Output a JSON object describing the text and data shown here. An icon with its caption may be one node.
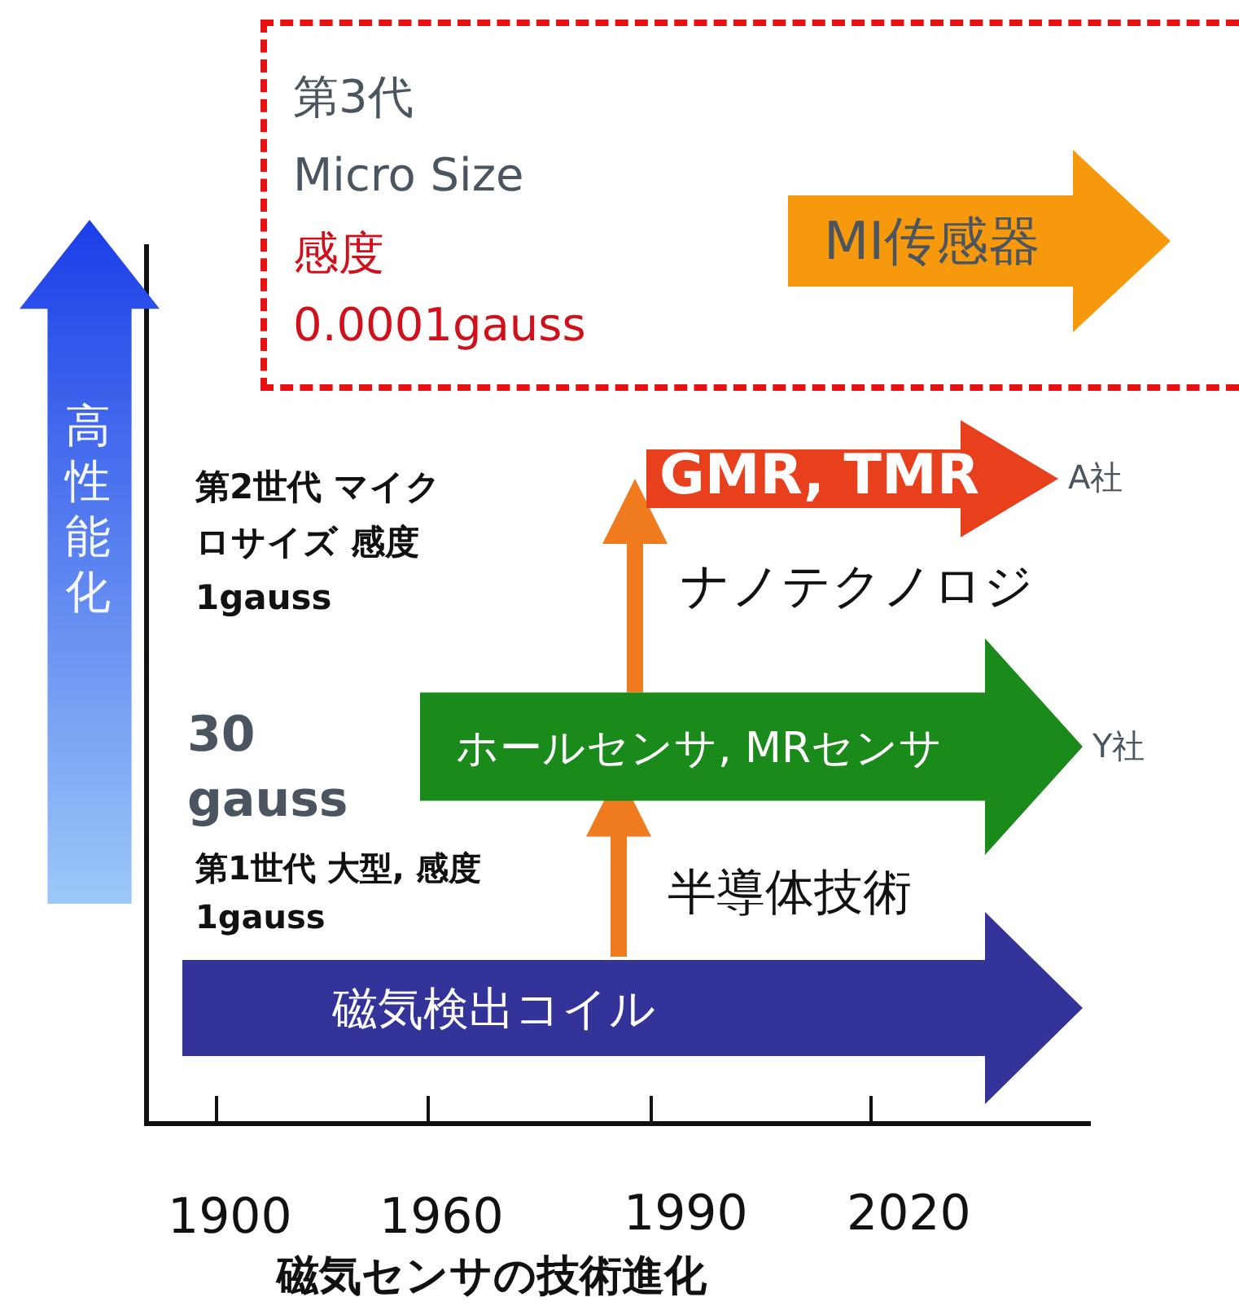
{
  "diagram": {
    "caption": "磁気センサの技術進化",
    "nodes": [
      {
        "text": [
          "第3代",
          "Micro Size",
          "感度 0.0001gauss"
        ]
      },
      {
        "text": [
          "MI传感器"
        ],
        "in": 0
      },
      {
        "text": [
          "GMR, TMR"
        ],
        "beside": [
          "A社"
        ]
      },
      {
        "text": [
          "ホールセンサ, MRセンサ"
        ],
        "beside": [
          "Y社"
        ]
      },
      {
        "text": [
          "磁気検出コイル"
        ]
      },
      {
        "text": [
          "高性能化"
        ]
      }
    ],
    "edges": [
      {
        "from": 4,
        "to": 3,
        "arrow": "to",
        "label": "半導体技術"
      },
      {
        "from": 3,
        "to": 2,
        "arrow": "to",
        "label": "ナノテクノロジ"
      }
    ],
    "labels": [
      "第2世代 マイクロサイズ 感度1gauss",
      "30 gauss",
      "第1世代 大型, 感度1gauss",
      "1900",
      "1960",
      "1990",
      "2020"
    ]
  }
}
